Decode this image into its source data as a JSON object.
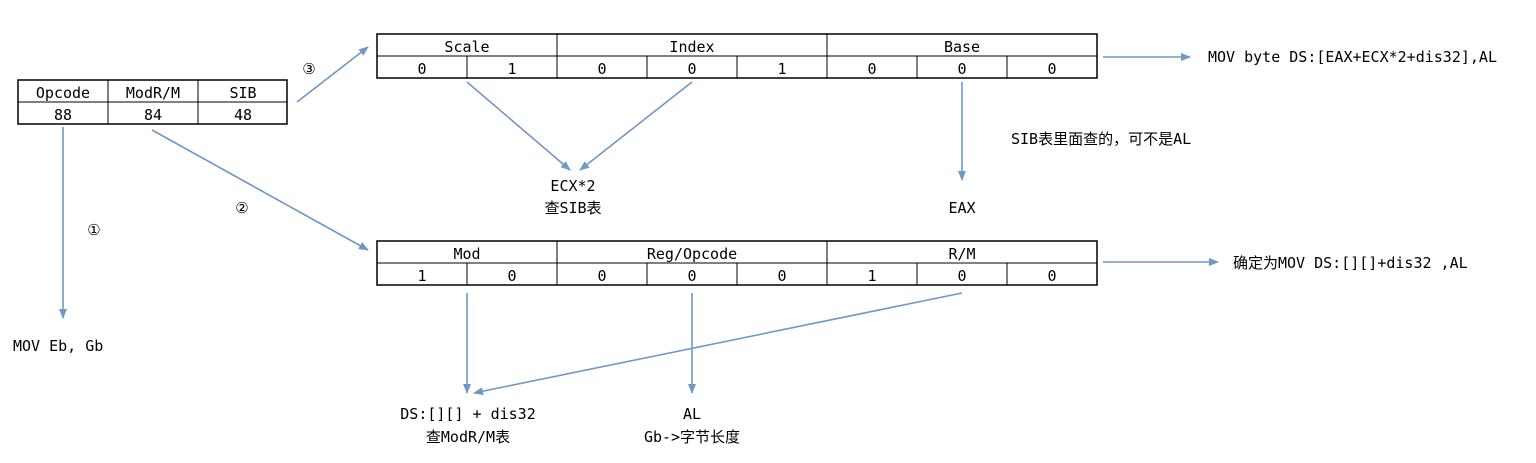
{
  "instruction_box": {
    "headers": [
      "Opcode",
      "ModR/M",
      "SIB"
    ],
    "values": [
      "88",
      "84",
      "48"
    ]
  },
  "sib_box": {
    "fields": [
      "Scale",
      "Index",
      "Base"
    ],
    "bits": [
      "0",
      "1",
      "0",
      "0",
      "1",
      "0",
      "0",
      "0"
    ]
  },
  "modrm_box": {
    "fields": [
      "Mod",
      "Reg/Opcode",
      "R/M"
    ],
    "bits": [
      "1",
      "0",
      "0",
      "0",
      "0",
      "1",
      "0",
      "0"
    ]
  },
  "steps": {
    "step1": "①",
    "step2": "②",
    "step3": "③"
  },
  "labels": {
    "mov_eb_gb": "MOV Eb, Gb",
    "ecx2_line1": "ECX*2",
    "ecx2_line2": "查SIB表",
    "eax": "EAX",
    "sib_note": "SIB表里面查的，可不是AL",
    "sib_result": "MOV byte DS:[EAX+ECX*2+dis32],AL",
    "modrm_result": "确定为MOV DS:[][]+dis32 ,AL",
    "ds_line1": "DS:[][] + dis32",
    "ds_line2": "查ModR/M表",
    "al_line1": "AL",
    "al_line2": "Gb->字节长度"
  },
  "colors": {
    "arrow": "#6f98c4",
    "border": "#000000"
  }
}
